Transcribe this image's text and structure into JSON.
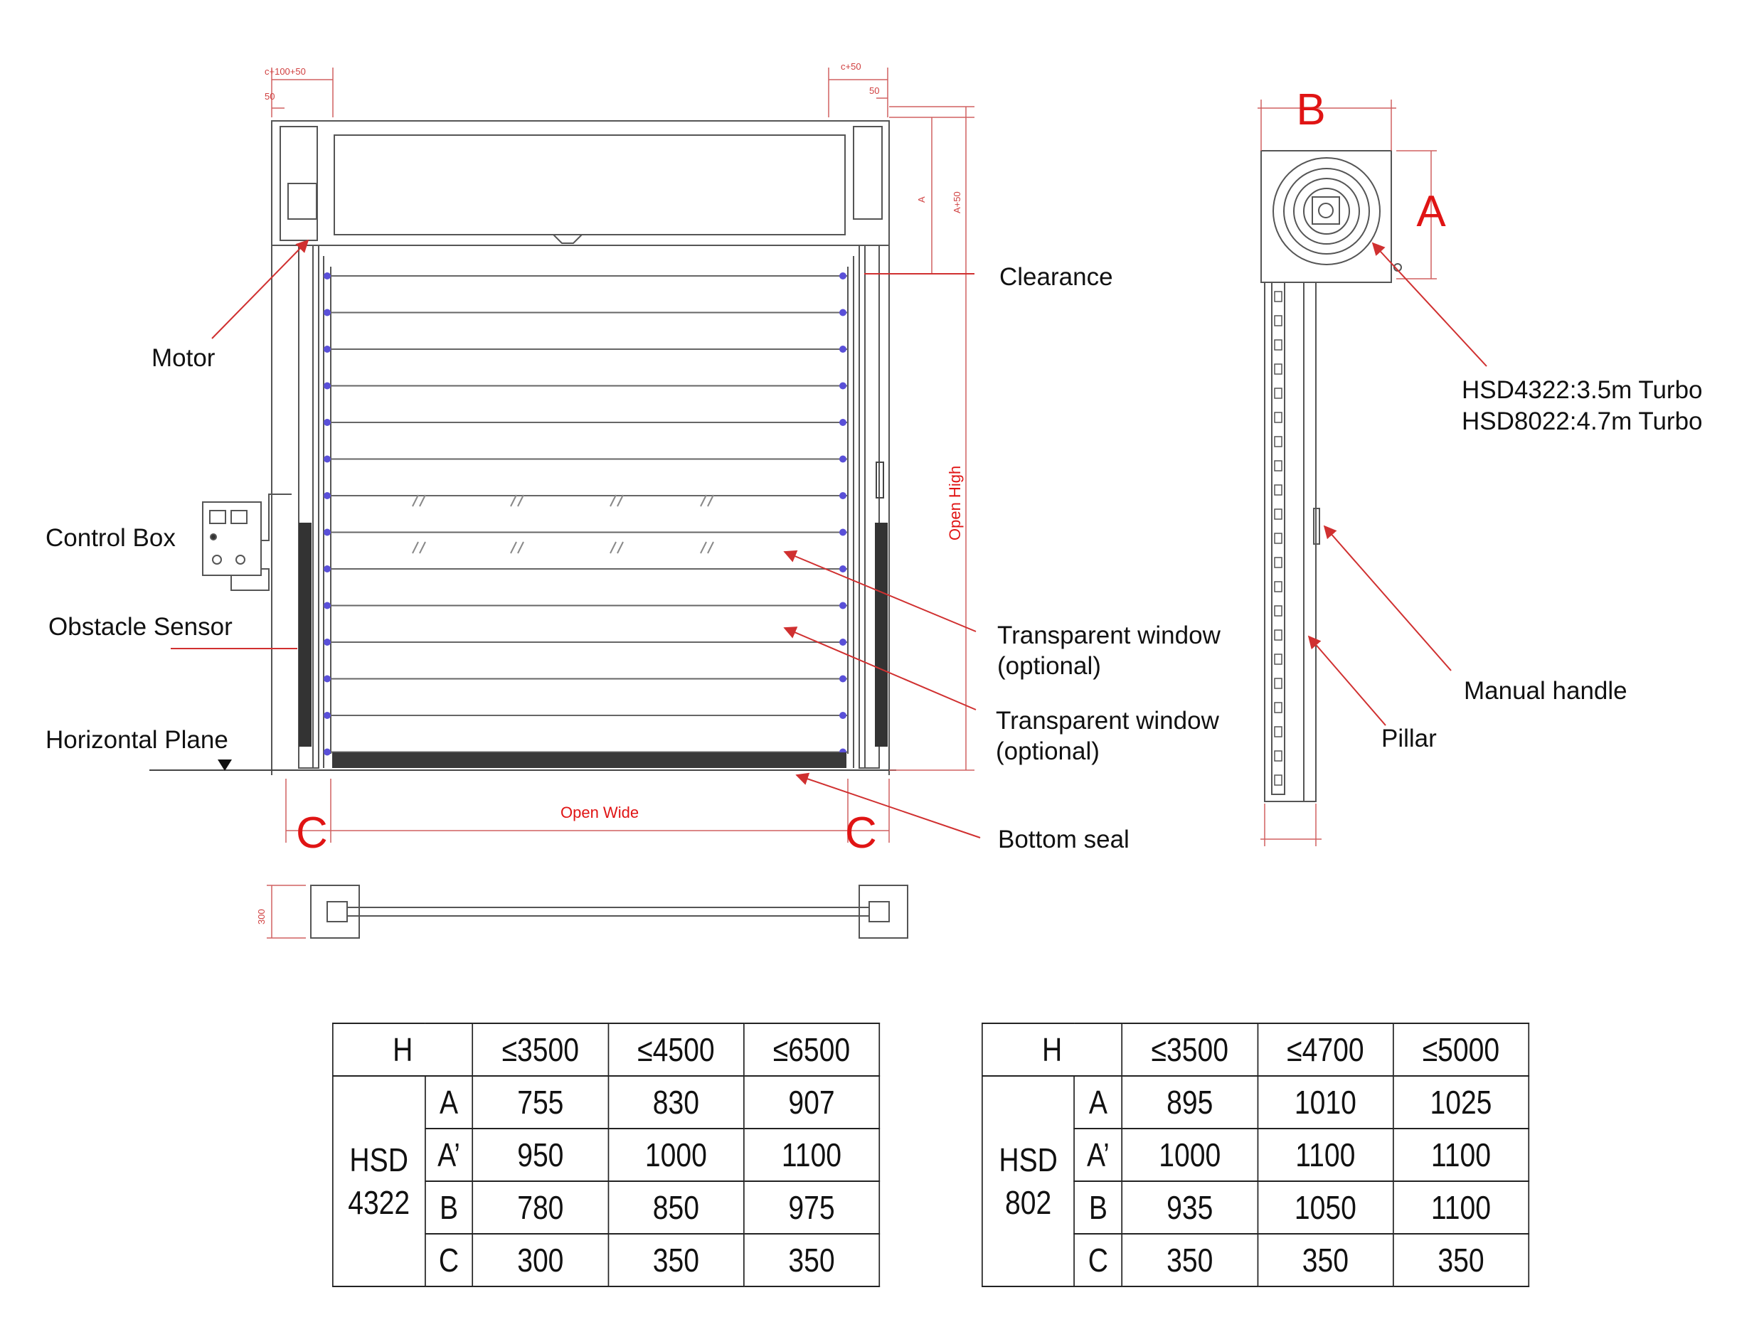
{
  "labels": {
    "motor": "Motor",
    "control_box": "Control Box",
    "obstacle_sensor": "Obstacle Sensor",
    "horizontal_plane": "Horizontal Plane",
    "clearance": "Clearance",
    "transparent_window_1a": "Transparent window",
    "transparent_window_1b": "(optional)",
    "transparent_window_2a": "Transparent window",
    "transparent_window_2b": "(optional)",
    "bottom_seal": "Bottom seal",
    "turbo_1": "HSD4322:3.5m Turbo",
    "turbo_2": "HSD8022:4.7m Turbo",
    "manual_handle": "Manual handle",
    "pillar": "Pillar",
    "open_high": "Open High",
    "open_wide": "Open Wide",
    "dim_c": "C",
    "dim_a": "A",
    "dim_b": "B",
    "dim_top_left": "c+100+50",
    "dim_top_left_50": "50",
    "dim_top_right": "c+50",
    "dim_top_right_50": "50",
    "dim_a_small": "A",
    "dim_a_plus": "A+50",
    "dim_300": "300"
  },
  "table_hsd4322": {
    "header": [
      "H",
      "≤3500",
      "≤4500",
      "≤6500"
    ],
    "model_line1": "HSD",
    "model_line2": "4322",
    "rows": [
      {
        "key": "A",
        "values": [
          "755",
          "830",
          "907"
        ]
      },
      {
        "key": "A’",
        "values": [
          "950",
          "1000",
          "1100"
        ]
      },
      {
        "key": "B",
        "values": [
          "780",
          "850",
          "975"
        ]
      },
      {
        "key": "C",
        "values": [
          "300",
          "350",
          "350"
        ]
      }
    ]
  },
  "table_hsd802": {
    "header": [
      "H",
      "≤3500",
      "≤4700",
      "≤5000"
    ],
    "model_line1": "HSD",
    "model_line2": "802",
    "rows": [
      {
        "key": "A",
        "values": [
          "895",
          "1010",
          "1025"
        ]
      },
      {
        "key": "A’",
        "values": [
          "1000",
          "1100",
          "1100"
        ]
      },
      {
        "key": "B",
        "values": [
          "935",
          "1050",
          "1100"
        ]
      },
      {
        "key": "C",
        "values": [
          "350",
          "350",
          "350"
        ]
      }
    ]
  },
  "colors": {
    "line": "#444444",
    "dimension_red": "#e01414",
    "leader_red": "#d03030",
    "roller_blue": "#5a50d8",
    "seal": "#333333"
  }
}
